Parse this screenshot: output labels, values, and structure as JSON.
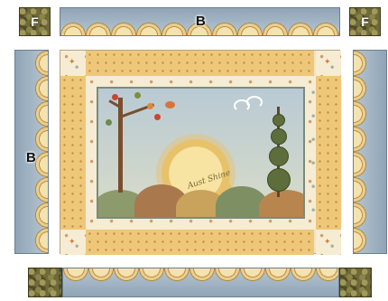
{
  "labels": {
    "top_left_corner": "F",
    "top_right_corner": "F",
    "top_border": "B",
    "left_border": "B"
  },
  "panel": {
    "sun_text": "Aust Shine"
  },
  "colors": {
    "corner_olive": "#6f6a3a",
    "border_blue": "#9db0c0",
    "golden_print": "#eec77a",
    "cream_print": "#f6ecd3"
  }
}
